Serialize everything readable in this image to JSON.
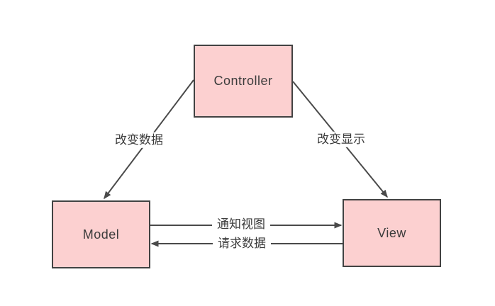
{
  "diagram": {
    "type": "mvc-architecture",
    "nodes": [
      {
        "id": "controller",
        "label": "Controller"
      },
      {
        "id": "model",
        "label": "Model"
      },
      {
        "id": "view",
        "label": "View"
      }
    ],
    "edges": [
      {
        "from": "controller",
        "to": "model",
        "label": "改变数据"
      },
      {
        "from": "controller",
        "to": "view",
        "label": "改变显示"
      },
      {
        "from": "model",
        "to": "view",
        "label": "通知视图"
      },
      {
        "from": "view",
        "to": "model",
        "label": "请求数据"
      }
    ],
    "colors": {
      "node_fill": "#fcd0d0",
      "node_border": "#424242",
      "edge_line": "#4a4a4a",
      "text": "#3c3c3c",
      "background": "#ffffff"
    }
  }
}
